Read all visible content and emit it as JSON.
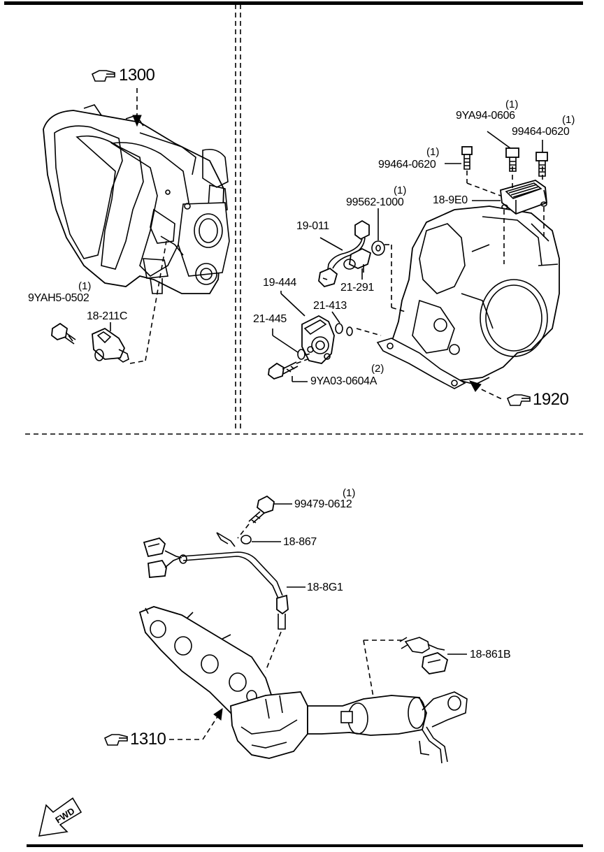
{
  "section_refs": {
    "intake": "1300",
    "transaxle": "1920",
    "exhaust": "1310"
  },
  "parts": [
    {
      "id": "p-9ya94-0606",
      "number": "9YA94-0606",
      "qty": "(1)"
    },
    {
      "id": "p-99464-0620-right",
      "number": "99464-0620",
      "qty": "(1)"
    },
    {
      "id": "p-99464-0620-left",
      "number": "99464-0620",
      "qty": "(1)"
    },
    {
      "id": "p-99562-1000",
      "number": "99562-1000",
      "qty": "(1)"
    },
    {
      "id": "p-18-9e0",
      "number": "18-9E0",
      "qty": ""
    },
    {
      "id": "p-19-011",
      "number": "19-011",
      "qty": ""
    },
    {
      "id": "p-21-291",
      "number": "21-291",
      "qty": ""
    },
    {
      "id": "p-19-444",
      "number": "19-444",
      "qty": ""
    },
    {
      "id": "p-21-413",
      "number": "21-413",
      "qty": ""
    },
    {
      "id": "p-21-445",
      "number": "21-445",
      "qty": ""
    },
    {
      "id": "p-9ya03-0604a",
      "number": "9YA03-0604A",
      "qty": "(2)"
    },
    {
      "id": "p-9yah5-0502",
      "number": "9YAH5-0502",
      "qty": "(1)"
    },
    {
      "id": "p-18-211c",
      "number": "18-211C",
      "qty": ""
    },
    {
      "id": "p-99479-0612",
      "number": "99479-0612",
      "qty": "(1)"
    },
    {
      "id": "p-18-867",
      "number": "18-867",
      "qty": ""
    },
    {
      "id": "p-18-8g1",
      "number": "18-8G1",
      "qty": ""
    },
    {
      "id": "p-18-861b",
      "number": "18-861B",
      "qty": ""
    }
  ],
  "direction_badge": "FWD"
}
